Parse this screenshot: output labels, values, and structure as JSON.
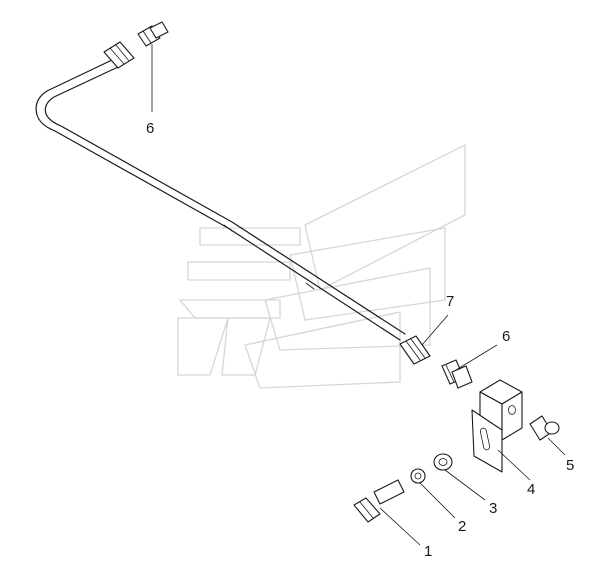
{
  "callouts": [
    {
      "id": "1",
      "label": "1"
    },
    {
      "id": "2",
      "label": "2"
    },
    {
      "id": "3",
      "label": "3"
    },
    {
      "id": "4",
      "label": "4"
    },
    {
      "id": "5",
      "label": "5"
    },
    {
      "id": "6a",
      "label": "6"
    },
    {
      "id": "6b",
      "label": "6"
    },
    {
      "id": "7",
      "label": "7"
    }
  ],
  "colors": {
    "line": "#1a1a1a",
    "watermark": "#d6d6d6",
    "background": "#ffffff"
  }
}
